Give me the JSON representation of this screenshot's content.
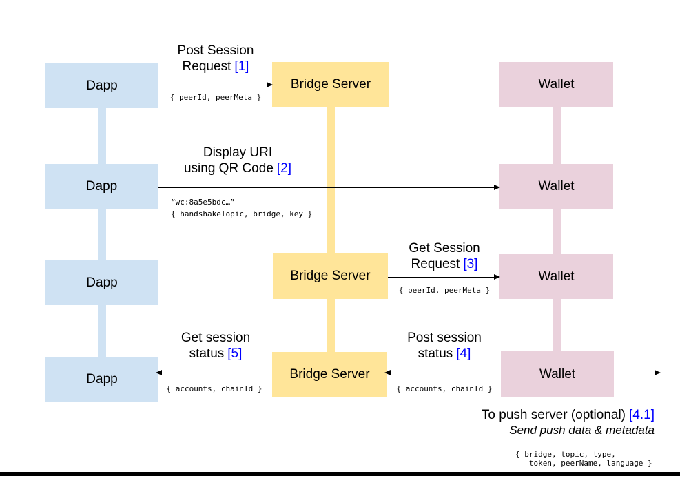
{
  "colors": {
    "dapp_fill": "#cfe2f3",
    "bridge_fill": "#ffe599",
    "wallet_fill": "#ead1dc",
    "reference_blue": "#0000ff",
    "line_black": "#000000"
  },
  "actors": {
    "dapp": "Dapp",
    "bridge_server": "Bridge Server",
    "wallet": "Wallet"
  },
  "messages": {
    "m1": {
      "line1": "Post Session",
      "line2": "Request",
      "ref": "[1]",
      "payload": "{ peerId, peerMeta }"
    },
    "m2": {
      "line1": "Display URI",
      "line2": "using QR Code",
      "ref": "[2]",
      "payload_line1": "“wc:8a5e5bdc…”",
      "payload_line2": "{ handshakeTopic, bridge, key }"
    },
    "m3": {
      "line1": "Get Session",
      "line2": "Request",
      "ref": "[3]",
      "payload": "{ peerId, peerMeta }"
    },
    "m4": {
      "line1": "Post session",
      "line2": "status",
      "ref": "[4]",
      "payload": "{ accounts, chainId }"
    },
    "m5": {
      "line1": "Get session",
      "line2": "status",
      "ref": "[5]",
      "payload": "{ accounts, chainId }"
    },
    "push": {
      "title": "To push server (optional)",
      "ref": "[4.1]",
      "subtitle": "Send push data & metadata",
      "payload_line1": "{ bridge, topic, type,",
      "payload_line2": "   token, peerName, language }"
    }
  }
}
